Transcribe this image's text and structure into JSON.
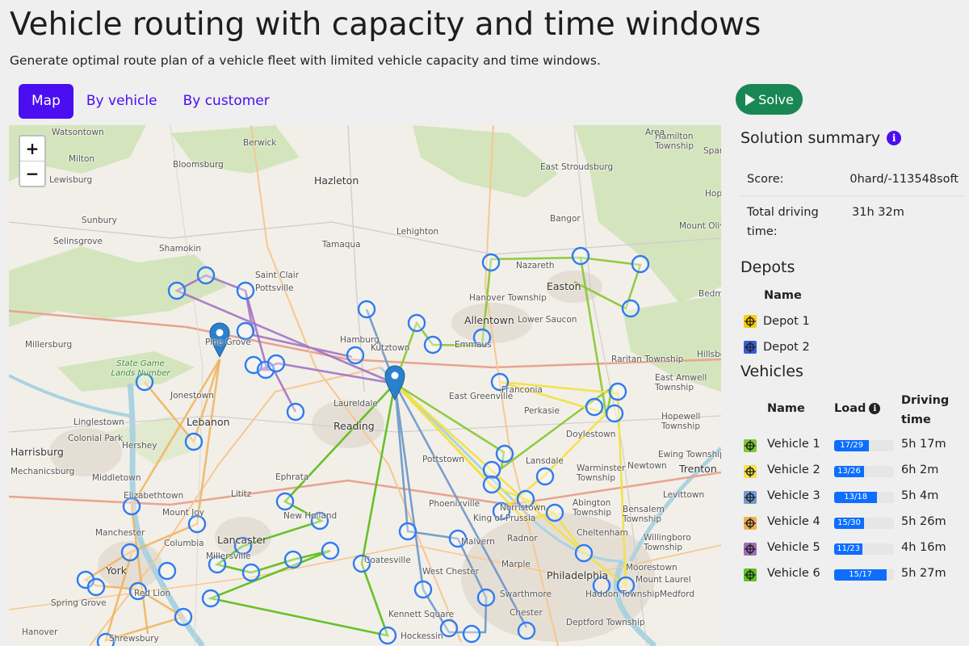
{
  "title": "Vehicle routing with capacity and time windows",
  "subtitle": "Generate optimal route plan of a vehicle fleet with limited vehicle capacity and time windows.",
  "tabs": [
    {
      "label": "Map",
      "active": true
    },
    {
      "label": "By vehicle",
      "active": false
    },
    {
      "label": "By customer",
      "active": false
    }
  ],
  "solve_label": "Solve",
  "zoom": {
    "in": "+",
    "out": "−"
  },
  "summary": {
    "heading": "Solution summary",
    "score_label": "Score:",
    "score_value": "0hard/-113548soft",
    "driving_label": "Total driving time:",
    "driving_value": "31h 32m"
  },
  "depots": {
    "heading": "Depots",
    "name_header": "Name",
    "items": [
      {
        "name": "Depot 1",
        "color": "#f5d000"
      },
      {
        "name": "Depot 2",
        "color": "#3b5bdb"
      }
    ]
  },
  "vehicles": {
    "heading": "Vehicles",
    "name_header": "Name",
    "load_header": "Load",
    "time_header": "Driving time",
    "items": [
      {
        "name": "Vehicle 1",
        "load": "17/29",
        "fraction": 0.586,
        "time": "5h 17m",
        "color": "#7ec832"
      },
      {
        "name": "Vehicle 2",
        "load": "13/26",
        "fraction": 0.5,
        "time": "6h 2m",
        "color": "#f5e04a"
      },
      {
        "name": "Vehicle 3",
        "load": "13/18",
        "fraction": 0.722,
        "time": "5h 4m",
        "color": "#6e9ccd"
      },
      {
        "name": "Vehicle 4",
        "load": "15/30",
        "fraction": 0.5,
        "time": "5h 26m",
        "color": "#f0b050"
      },
      {
        "name": "Vehicle 5",
        "load": "11/23",
        "fraction": 0.478,
        "time": "4h 16m",
        "color": "#a06cb8"
      },
      {
        "name": "Vehicle 6",
        "load": "15/17",
        "fraction": 0.882,
        "time": "5h 27m",
        "color": "#5ec21e"
      }
    ]
  },
  "map_labels": [
    "Watsontown",
    "Milton",
    "Lewisburg",
    "Berwick",
    "Bloomsburg",
    "Hazleton",
    "East Stroudsburg",
    "Sunbury",
    "Selinsgrove",
    "Shamokin",
    "Tamaqua",
    "Lehighton",
    "Bangor",
    "Mount Olive",
    "Saint Clair",
    "Pottsville",
    "Nazareth",
    "Easton",
    "Hanover Township",
    "Allentown",
    "Lower Saucon",
    "Emmaus",
    "Hamburg",
    "Kutztown",
    "Pine Grove",
    "Millersburg",
    "State Game Lands Number",
    "Jonestown",
    "Lebanon",
    "Laureldale",
    "Reading",
    "East Greenville",
    "Perkasie",
    "Raritan Township",
    "East Amwell Township",
    "Linglestown",
    "Colonial Park",
    "Harrisburg",
    "Hershey",
    "Mechanicsburg",
    "Middletown",
    "Elizabethtown",
    "Lititz",
    "Ephrata",
    "Pottstown",
    "Doylestown",
    "Hopewell Township",
    "Ewing Township",
    "Trenton",
    "Lansdale",
    "Warminster Township",
    "Newtown",
    "Mount Joy",
    "New Holland",
    "Lancaster",
    "Phoenixville",
    "King of Prussia",
    "Norristown",
    "Abington Township",
    "Bensalem Township",
    "Levittown",
    "Manchester",
    "Columbia",
    "Millersville",
    "Malvern",
    "Radnor",
    "Cheltenham",
    "Willingboro Township",
    "York",
    "Red Lion",
    "Coatesville",
    "West Chester",
    "Marple",
    "Philadelphia",
    "Moorestown",
    "Mount Laurel",
    "Spring Grove",
    "Swarthmore",
    "Haddon Township",
    "Medford",
    "Hanover",
    "Shrewsbury",
    "Kennett Square",
    "Hockessin",
    "Chester",
    "Deptford Township",
    "Franconia",
    "Hamilton Township",
    "Spar",
    "Area",
    "Hope",
    "Hillsbo",
    "Bedm"
  ]
}
